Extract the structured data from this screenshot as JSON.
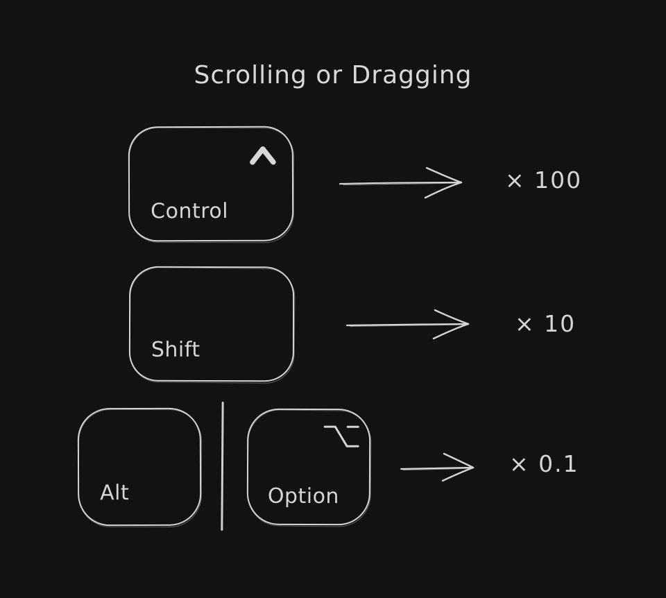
{
  "title": "Scrolling or Dragging",
  "colors": {
    "background": "#121212",
    "stroke": "#d5d5d5"
  },
  "rows": [
    {
      "multiplier": "× 100",
      "keys": [
        {
          "label": "Control",
          "icon": "control-caret-icon"
        }
      ]
    },
    {
      "multiplier": "× 10",
      "keys": [
        {
          "label": "Shift"
        }
      ]
    },
    {
      "multiplier": "× 0.1",
      "keys": [
        {
          "label": "Alt"
        },
        {
          "label": "Option",
          "icon": "option-icon"
        }
      ]
    }
  ]
}
